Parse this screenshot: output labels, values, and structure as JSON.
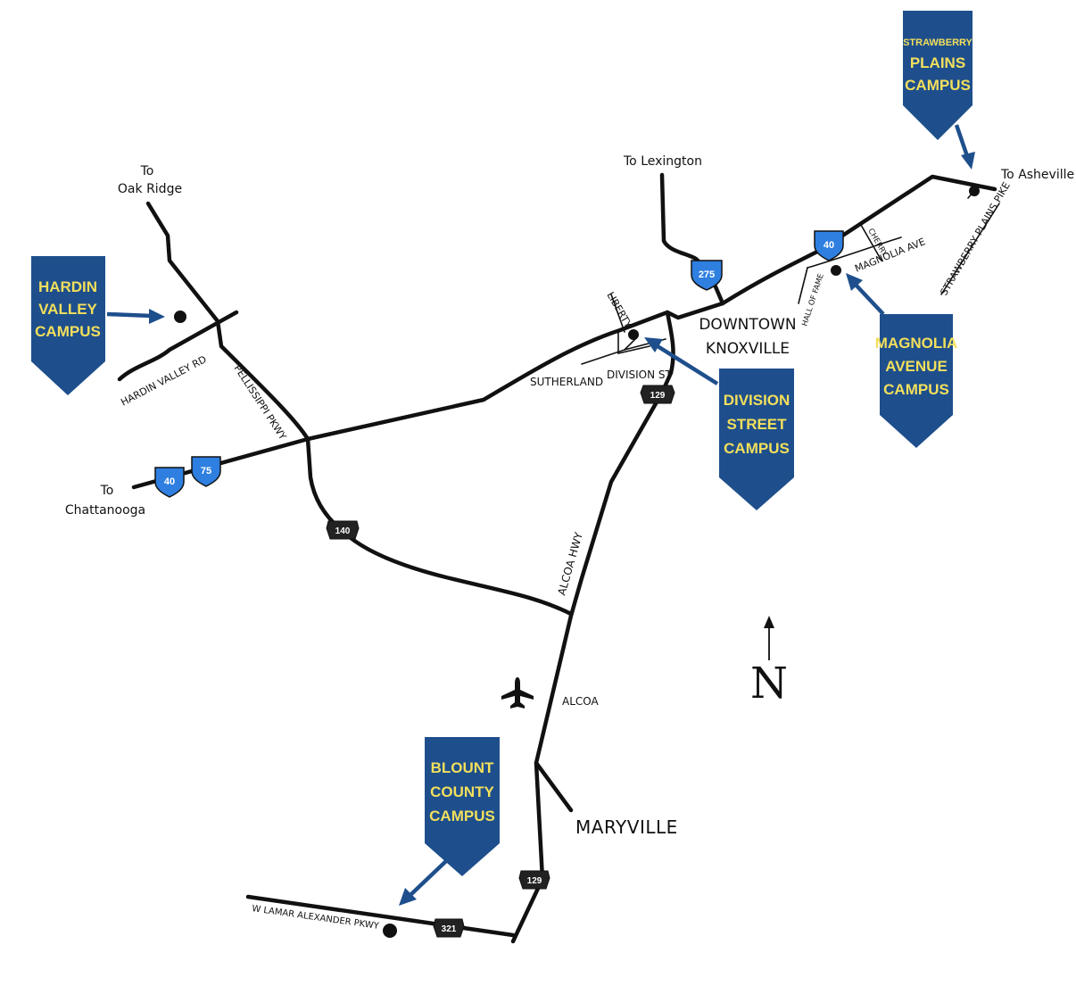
{
  "places": {
    "oak_ridge_line1": "To",
    "oak_ridge_line2": "Oak Ridge",
    "lexington": "To Lexington",
    "asheville": "To Asheville",
    "chattanooga_line1": "To",
    "chattanooga_line2": "Chattanooga",
    "downtown_line1": "DOWNTOWN",
    "downtown_line2": "KNOXVILLE",
    "alcoa": "ALCOA",
    "maryville": "MARYVILLE"
  },
  "roads": {
    "hardin_valley_rd": "HARDIN VALLEY RD",
    "pellissippi": "PELLISSIPPI PKWY",
    "sutherland": "SUTHERLAND",
    "division_st": "DIVISION ST",
    "liberty": "LIBERTY",
    "alcoa_hwy": "ALCOA HWY",
    "hall_of_fame": "HALL OF FAME",
    "cherry": "CHERRY",
    "magnolia_ave": "MAGNOLIA AVE",
    "strawberry_plains_pike": "STRAWBERRY PLAINS PIKE",
    "w_lamar": "W LAMAR ALEXANDER PKWY"
  },
  "shields": {
    "i40_west": "40",
    "i75": "75",
    "i275": "275",
    "i40_east": "40",
    "us129_north": "129",
    "us129_south": "129",
    "sr140": "140",
    "us321": "321"
  },
  "campuses": {
    "hardin_valley": [
      "HARDIN",
      "VALLEY",
      "CAMPUS"
    ],
    "division_street": [
      "DIVISION",
      "STREET",
      "CAMPUS"
    ],
    "magnolia_avenue": [
      "MAGNOLIA",
      "AVENUE",
      "CAMPUS"
    ],
    "strawberry_plains": [
      "STRAWBERRY",
      "PLAINS",
      "CAMPUS"
    ],
    "blount_county": [
      "BLOUNT",
      "COUNTY",
      "CAMPUS"
    ]
  },
  "north": "N",
  "colors": {
    "campus_flag": "#1e4f8c",
    "campus_text": "#f3df5c",
    "interstate": "#2e7fe0",
    "road": "#111111"
  },
  "icons": {
    "airport": "airplane-icon",
    "north_arrow": "north-arrow-icon"
  }
}
